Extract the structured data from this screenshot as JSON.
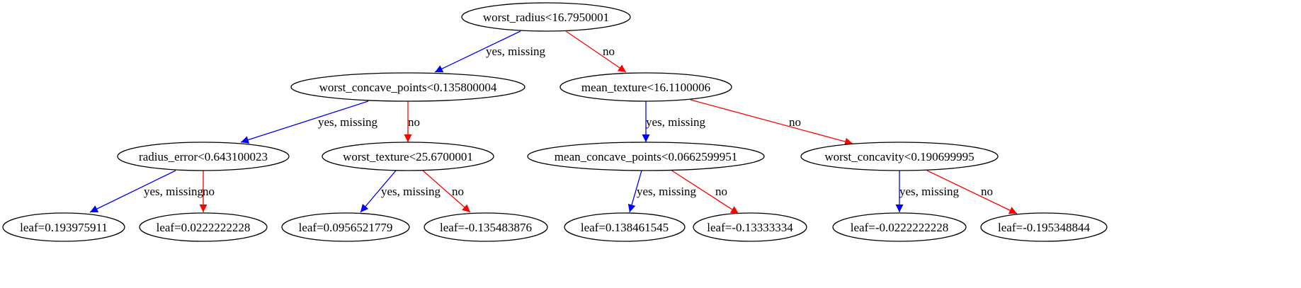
{
  "colors": {
    "yes_edge": "#0000ff",
    "no_edge": "#ff0000",
    "node_stroke": "#000000",
    "text": "#000000",
    "background": "#ffffff"
  },
  "nodes": {
    "root": {
      "label": "worst_radius<16.7950001"
    },
    "n1": {
      "label": "worst_concave_points<0.135800004"
    },
    "n2": {
      "label": "mean_texture<16.1100006"
    },
    "n3": {
      "label": "radius_error<0.643100023"
    },
    "n4": {
      "label": "worst_texture<25.6700001"
    },
    "n5": {
      "label": "mean_concave_points<0.0662599951"
    },
    "n6": {
      "label": "worst_concavity<0.190699995"
    },
    "l1": {
      "label": "leaf=0.193975911"
    },
    "l2": {
      "label": "leaf=0.0222222228"
    },
    "l3": {
      "label": "leaf=0.0956521779"
    },
    "l4": {
      "label": "leaf=-0.135483876"
    },
    "l5": {
      "label": "leaf=0.138461545"
    },
    "l6": {
      "label": "leaf=-0.13333334"
    },
    "l7": {
      "label": "leaf=-0.0222222228"
    },
    "l8": {
      "label": "leaf=-0.195348844"
    }
  },
  "edges": [
    {
      "id": "e1",
      "from": "root",
      "to": "n1",
      "type": "yes",
      "label": "yes, missing"
    },
    {
      "id": "e2",
      "from": "root",
      "to": "n2",
      "type": "no",
      "label": "no"
    },
    {
      "id": "e3",
      "from": "n1",
      "to": "n3",
      "type": "yes",
      "label": "yes, missing"
    },
    {
      "id": "e4",
      "from": "n1",
      "to": "n4",
      "type": "no",
      "label": "no"
    },
    {
      "id": "e5",
      "from": "n2",
      "to": "n5",
      "type": "yes",
      "label": "yes, missing"
    },
    {
      "id": "e6",
      "from": "n2",
      "to": "n6",
      "type": "no",
      "label": "no"
    },
    {
      "id": "e7",
      "from": "n3",
      "to": "l1",
      "type": "yes",
      "label": "yes, missing"
    },
    {
      "id": "e8",
      "from": "n3",
      "to": "l2",
      "type": "no",
      "label": "no"
    },
    {
      "id": "e9",
      "from": "n4",
      "to": "l3",
      "type": "yes",
      "label": "yes, missing"
    },
    {
      "id": "e10",
      "from": "n4",
      "to": "l4",
      "type": "no",
      "label": "no"
    },
    {
      "id": "e11",
      "from": "n5",
      "to": "l5",
      "type": "yes",
      "label": "yes, missing"
    },
    {
      "id": "e12",
      "from": "n5",
      "to": "l6",
      "type": "no",
      "label": "no"
    },
    {
      "id": "e13",
      "from": "n6",
      "to": "l7",
      "type": "yes",
      "label": "yes, missing"
    },
    {
      "id": "e14",
      "from": "n6",
      "to": "l8",
      "type": "no",
      "label": "no"
    }
  ]
}
